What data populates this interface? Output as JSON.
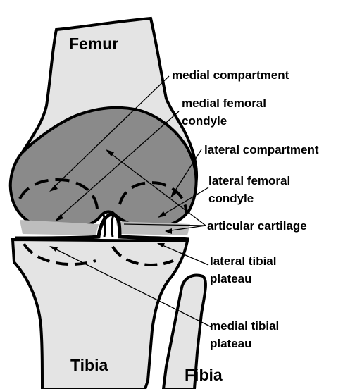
{
  "bones": {
    "femur": "Femur",
    "tibia": "Tibia",
    "fibia": "Fibia"
  },
  "annotations": {
    "medial_compartment": "medial compartment",
    "medial_femoral_condyle_1": "medial femoral",
    "medial_femoral_condyle_2": "condyle",
    "lateral_compartment": "lateral compartment",
    "lateral_femoral_condyle_1": "lateral femoral",
    "lateral_femoral_condyle_2": "condyle",
    "articular_cartilage": "articular cartilage",
    "lateral_tibial_plateau_1": "lateral tibial",
    "lateral_tibial_plateau_2": "plateau",
    "medial_tibial_plateau_1": "medial tibial",
    "medial_tibial_plateau_2": "plateau"
  },
  "colors": {
    "bone": "#e4e4e4",
    "condyle": "#8a8a8a",
    "cartilage": "#bdbdbd",
    "outline": "#000000"
  }
}
